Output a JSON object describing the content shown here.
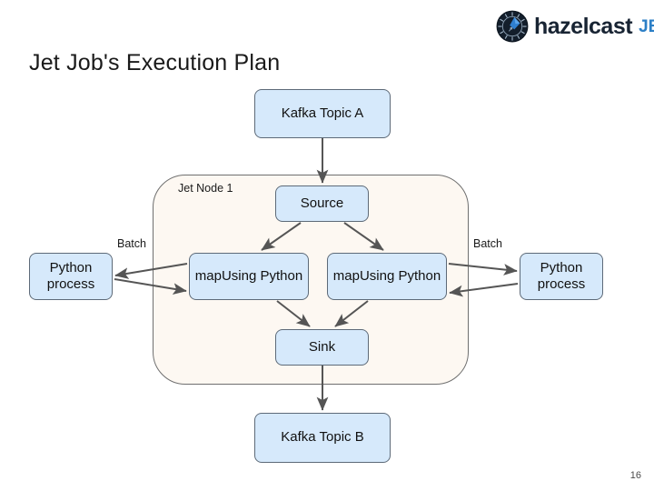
{
  "brand": {
    "logo_icon": "hazelcast-logo-icon",
    "word": "hazelcast",
    "product": "JET",
    "word_color": "#182433",
    "product_color": "#2c7fc6"
  },
  "slide": {
    "title": "Jet Job's Execution Plan",
    "page_number": "16"
  },
  "diagram": {
    "container_label": "Jet Node 1",
    "container_fill": "#fdf8f2",
    "container_border": "#6f6f6f",
    "box_fill": "#d6e9fb",
    "box_border": "#5d6a78",
    "arrow_color": "#555555",
    "nodes": {
      "kafka_topic_a": "Kafka Topic A",
      "source": "Source",
      "map_using_python_left": "mapUsing Python",
      "map_using_python_right": "mapUsing Python",
      "sink": "Sink",
      "kafka_topic_b": "Kafka Topic B",
      "python_process_left": "Python process",
      "python_process_right": "Python process"
    },
    "edge_labels": {
      "batch_left": "Batch",
      "batch_right": "Batch"
    }
  }
}
